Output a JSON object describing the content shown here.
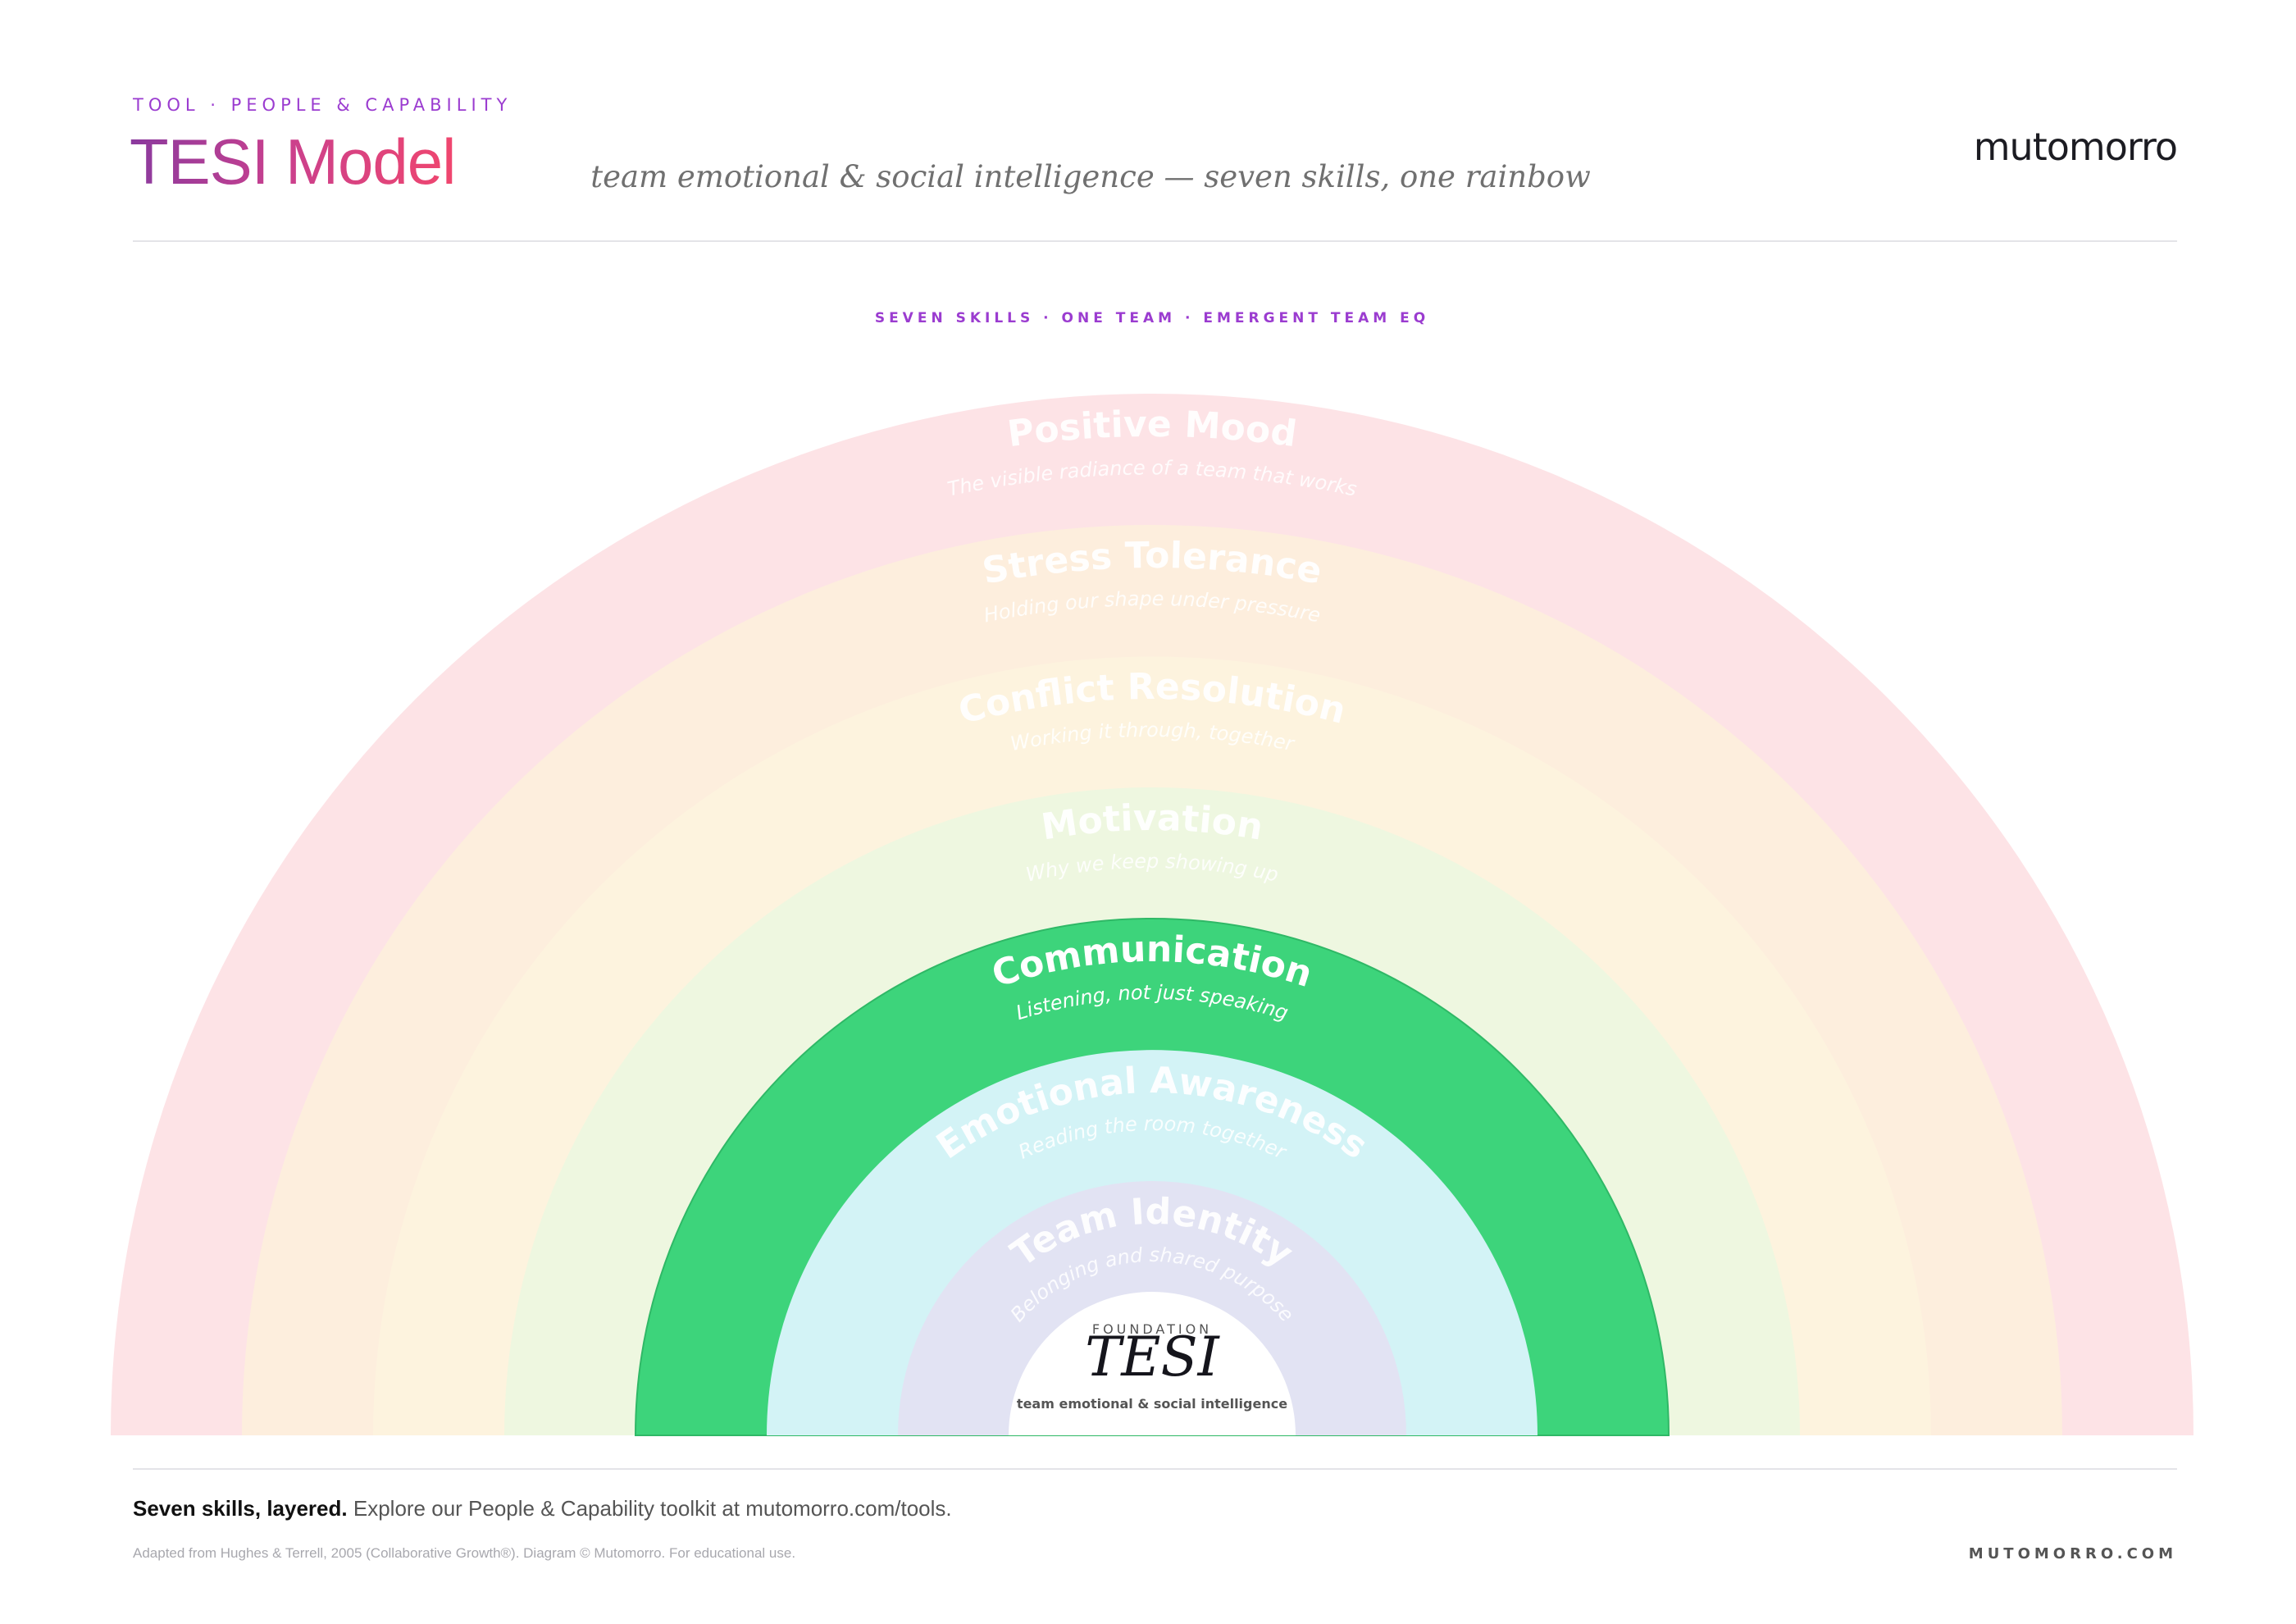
{
  "header": {
    "eyebrow": "TOOL · PEOPLE & CAPABILITY",
    "title": "TESI Model",
    "subtitle": "team emotional & social intelligence — seven skills, one rainbow",
    "brand": "mutomorro"
  },
  "diagram": {
    "kicker": "SEVEN SKILLS · ONE TEAM · EMERGENT TEAM EQ",
    "highlighted_skill": "Communication",
    "bands": [
      {
        "name": "Positive Mood",
        "tagline": "The visible radiance of a team that works",
        "color": "#fde3e6",
        "highlighted": false
      },
      {
        "name": "Stress Tolerance",
        "tagline": "Holding our shape under pressure",
        "color": "#fdeedd",
        "highlighted": false
      },
      {
        "name": "Conflict Resolution",
        "tagline": "Working it through, together",
        "color": "#fdf3de",
        "highlighted": false
      },
      {
        "name": "Motivation",
        "tagline": "Why we keep showing up",
        "color": "#eef7e0",
        "highlighted": false
      },
      {
        "name": "Communication",
        "tagline": "Listening, not just speaking",
        "color": "#3dd47b",
        "highlighted": true
      },
      {
        "name": "Emotional Awareness",
        "tagline": "Reading the room together",
        "color": "#d3f3f6",
        "highlighted": false
      },
      {
        "name": "Team Identity",
        "tagline": "Belonging and shared purpose",
        "color": "#e2e3f3",
        "highlighted": false
      }
    ],
    "core": {
      "label": "FOUNDATION",
      "title": "TESI",
      "caption": "team emotional & social intelligence"
    }
  },
  "footer": {
    "lead": "Seven skills, layered.",
    "text": "Explore our People & Capability toolkit at mutomorro.com/tools.",
    "note": "Adapted from Hughes & Terrell, 2005 (Collaborative Growth®). Diagram © Mutomorro. For educational use.",
    "url": "MUTOMORRO.COM"
  }
}
